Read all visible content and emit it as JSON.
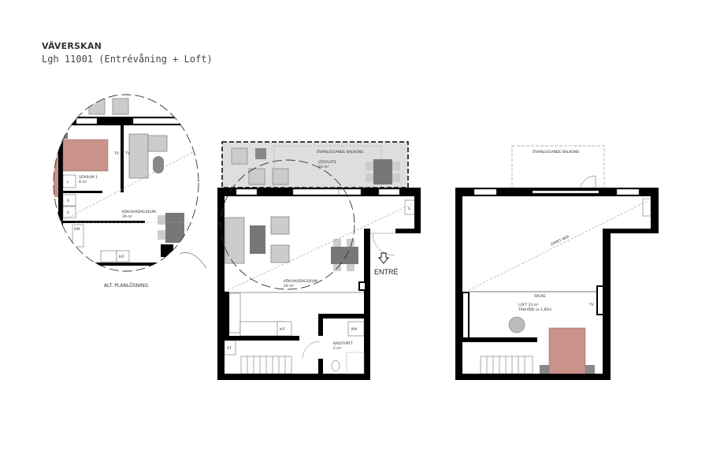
{
  "header": {
    "title": "VÄVERSKAN",
    "subtitle": "Lgh 11001 (Entrévåning + Loft)"
  },
  "alt_plan": {
    "caption": "ALT. PLANLÖSNING",
    "bedroom": "SOVRUM 1",
    "bedroom_area": "8 m²",
    "living": "KÖK/VARDAGSRUM",
    "living_area": "29 m²",
    "wardrobe": "L",
    "storage_1": "S",
    "storage_2": "S",
    "dishwasher": "DM",
    "fridge": "K/F",
    "tv_1": "TV",
    "tv_2": "TV"
  },
  "entrance_floor": {
    "balcony_above": "ÖVANLIGGANDE BALKONG",
    "patio": "UTEPLATS",
    "patio_area": "16 m²",
    "living": "KÖK/VARDAGSRUM",
    "living_area": "29 m²",
    "fridge": "K/F",
    "storage": "ST",
    "bathroom": "BAD/TVÄTT",
    "bathroom_area": "5 m²",
    "washer": "KM",
    "closet": "G",
    "entrance": "ENTRÉ"
  },
  "loft_floor": {
    "balcony_above": "ÖVANLIGGANDE BALKONG",
    "open_below": "ÖPPET NER",
    "railing": "RÄCKE",
    "loft": "LOFT 23 m²",
    "ceiling_height": "TAKHÖJD ca 1,85m",
    "tv": "TV"
  },
  "colors": {
    "wall": "#000000",
    "furniture": "#c8c8c8",
    "bed": "#c9928a",
    "patio": "#dedede"
  }
}
